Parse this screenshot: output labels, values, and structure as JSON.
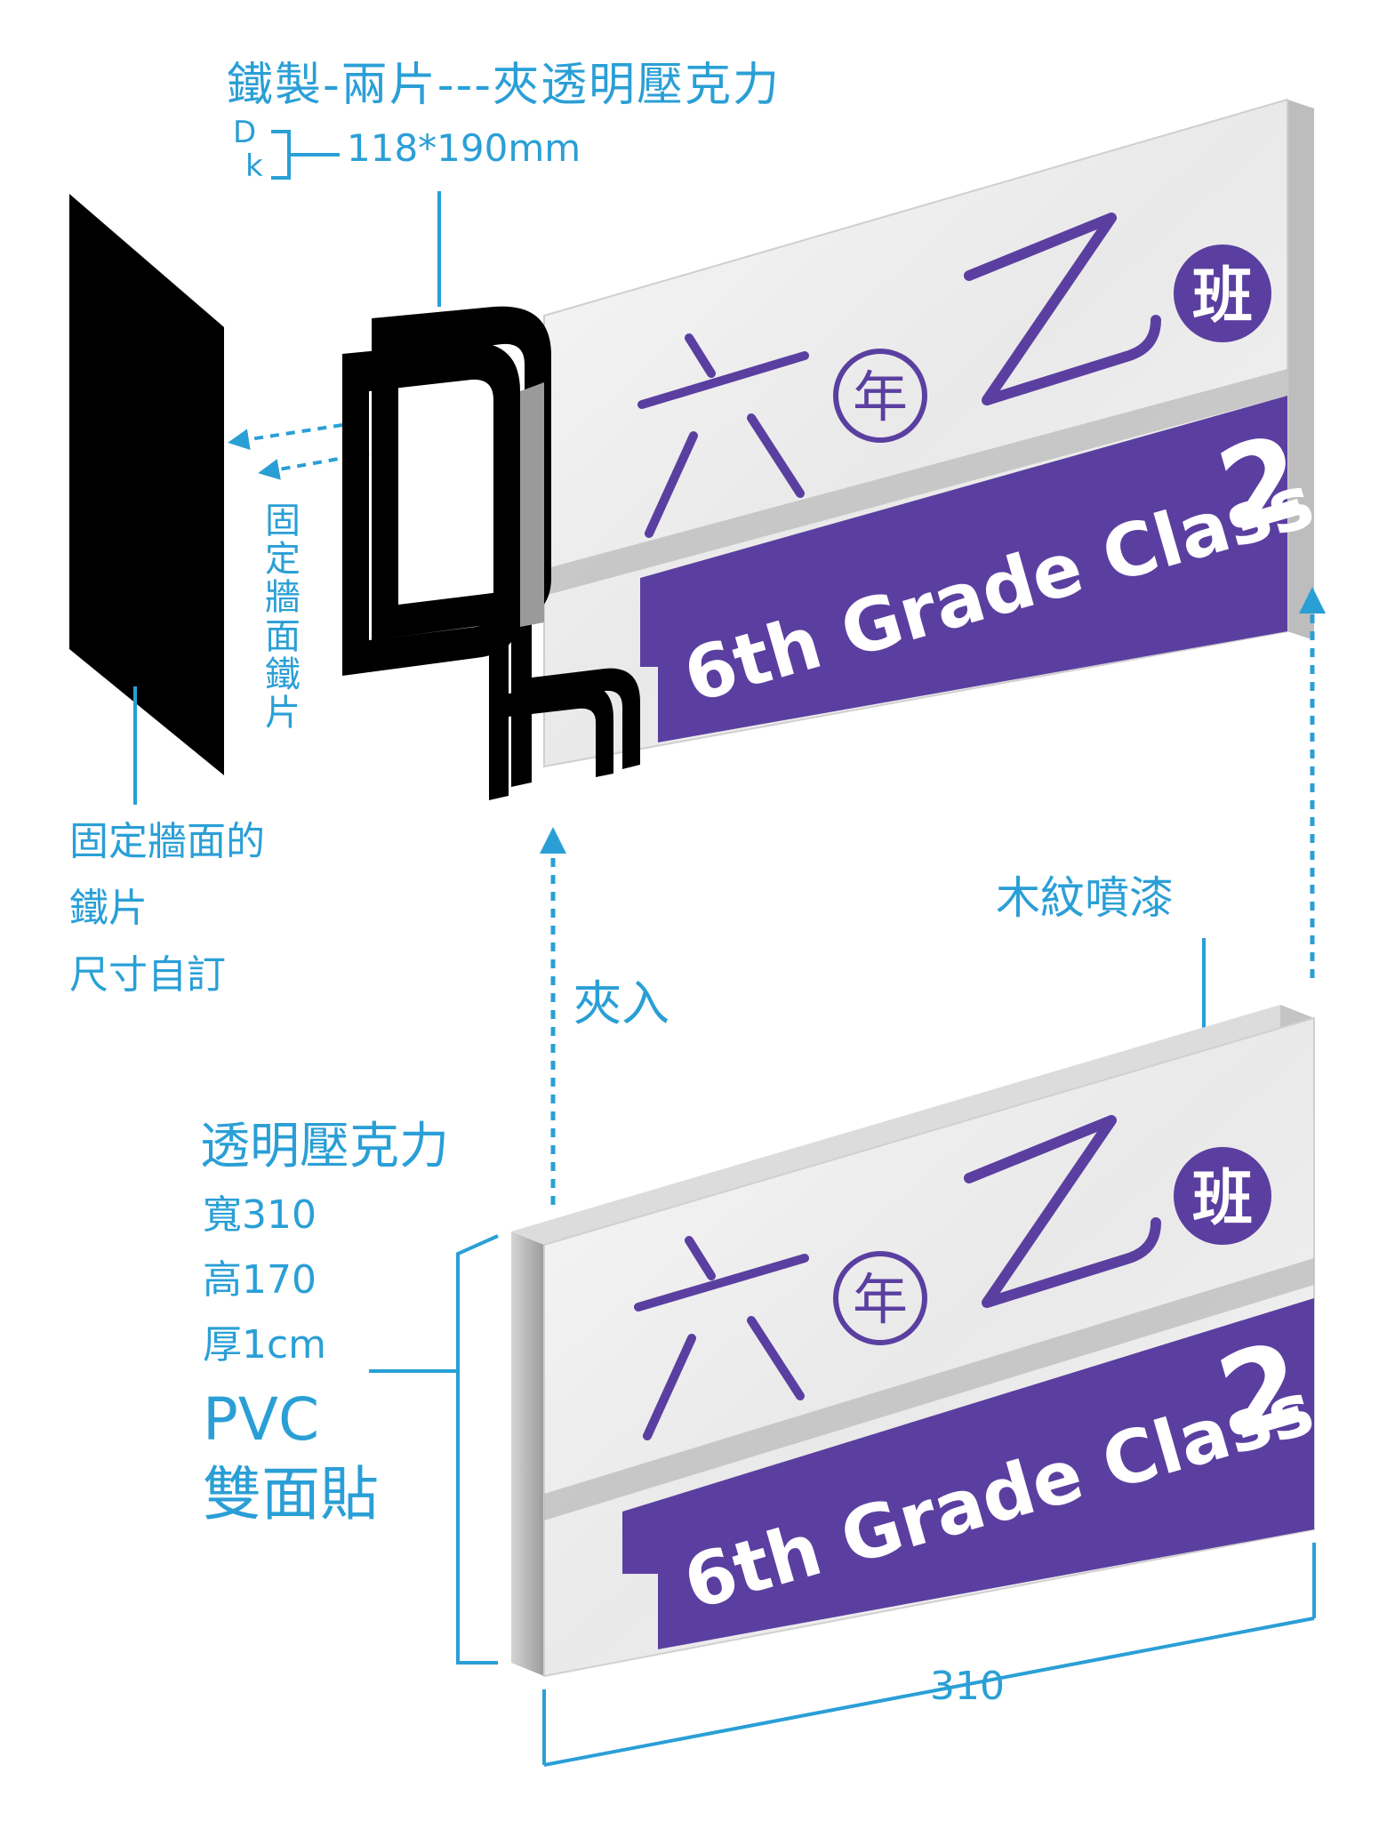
{
  "annotations": {
    "title": "鐵製-兩片---夾透明壓克力",
    "dk_size": "118*190mm",
    "wall_plate_vertical": "固定牆面鐵片",
    "wall_plate_note_1": "固定牆面的",
    "wall_plate_note_2": "鐵片",
    "wall_plate_note_3": "尺寸自訂",
    "wood_paint": "木紋噴漆",
    "clip_in": "夾入",
    "acrylic_title": "透明壓克力",
    "width": "寬310",
    "height": "高170",
    "thickness": "厚1cm",
    "pvc": "PVC",
    "double_sided": "雙面貼",
    "dimension_bottom": "310"
  },
  "sign": {
    "grade": "六",
    "year": "年",
    "class_char": "乙",
    "ban": "班",
    "english": "6th Grade Class",
    "number": "2"
  },
  "logo": {
    "letters": "DK"
  },
  "colors": {
    "annotation": "#2a9fd6",
    "purple": "#5b3fa0",
    "iron": "#000000",
    "panel": "#f1f1f1"
  }
}
